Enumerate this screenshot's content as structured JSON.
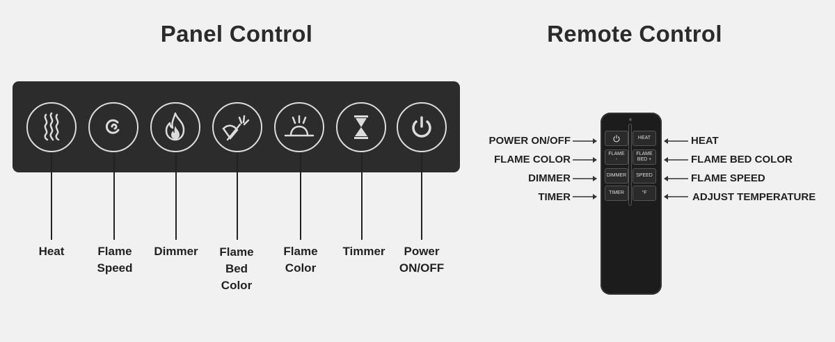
{
  "titles": {
    "panel": "Panel Control",
    "remote": "Remote Control"
  },
  "panel": {
    "buttons": [
      {
        "icon": "heat-icon",
        "label": "Heat"
      },
      {
        "icon": "flame-speed-icon",
        "label": "Flame\nSpeed"
      },
      {
        "icon": "dimmer-icon",
        "label": "Dimmer"
      },
      {
        "icon": "flame-bed-color-icon",
        "label": "Flame\nBed\nColor"
      },
      {
        "icon": "flame-color-icon",
        "label": "Flame\nColor"
      },
      {
        "icon": "timer-icon",
        "label": "Timmer"
      },
      {
        "icon": "power-icon",
        "label": "Power\nON/OFF"
      }
    ]
  },
  "remote": {
    "buttons": {
      "power": "",
      "heat": "HEAT",
      "flame_color": "FLAME\n-",
      "flame_bed": "FLAME\nBED +",
      "dimmer": "DIMMER",
      "speed": "SPEED",
      "timer": "TIMER",
      "temp": "°F"
    },
    "labels_left": [
      "POWER ON/OFF",
      "FLAME COLOR",
      "DIMMER",
      "TIMER"
    ],
    "labels_right": [
      "HEAT",
      "FLAME BED COLOR",
      "FLAME SPEED",
      "ADJUST TEMPERATURE"
    ]
  },
  "colors": {
    "background": "#f1f1f1",
    "panel": "#2c2c2c",
    "icon_stroke": "#dcdcdc",
    "text": "#222222"
  }
}
